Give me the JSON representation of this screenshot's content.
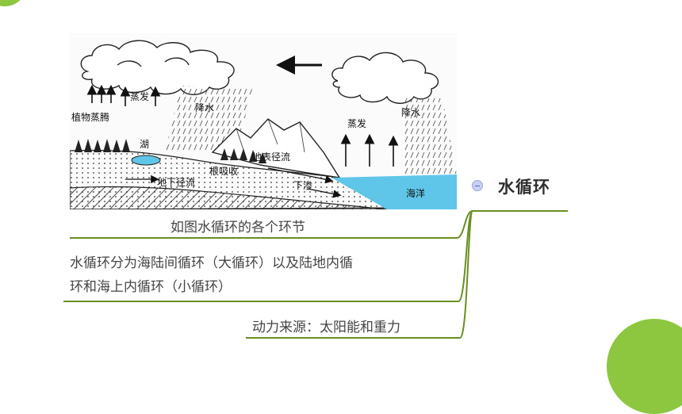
{
  "mindmap": {
    "central_node": "水循环",
    "branches": [
      {
        "text": "如图水循环的各个环节"
      },
      {
        "text_line1": "水循环分为海陆间循环（大循环）以及陆地内循",
        "text_line2": "环和海上内循环（小循环）"
      },
      {
        "text": "动力来源：太阳能和重力"
      }
    ]
  },
  "diagram_labels": {
    "transpiration": "植物蒸腾",
    "evaporation_land": "蒸发",
    "precipitation_land": "降水",
    "lake": "湖",
    "surface_runoff": "地表径流",
    "infiltration": "下渗",
    "root_absorption": "根吸收",
    "groundwater_runoff": "地下径流",
    "evaporation_ocean": "蒸发",
    "precipitation_ocean": "降水",
    "ocean": "海洋"
  },
  "colors": {
    "accent_green": "#8dc63f",
    "branch_line": "#6b8e23",
    "ocean": "#5fc6ea"
  }
}
